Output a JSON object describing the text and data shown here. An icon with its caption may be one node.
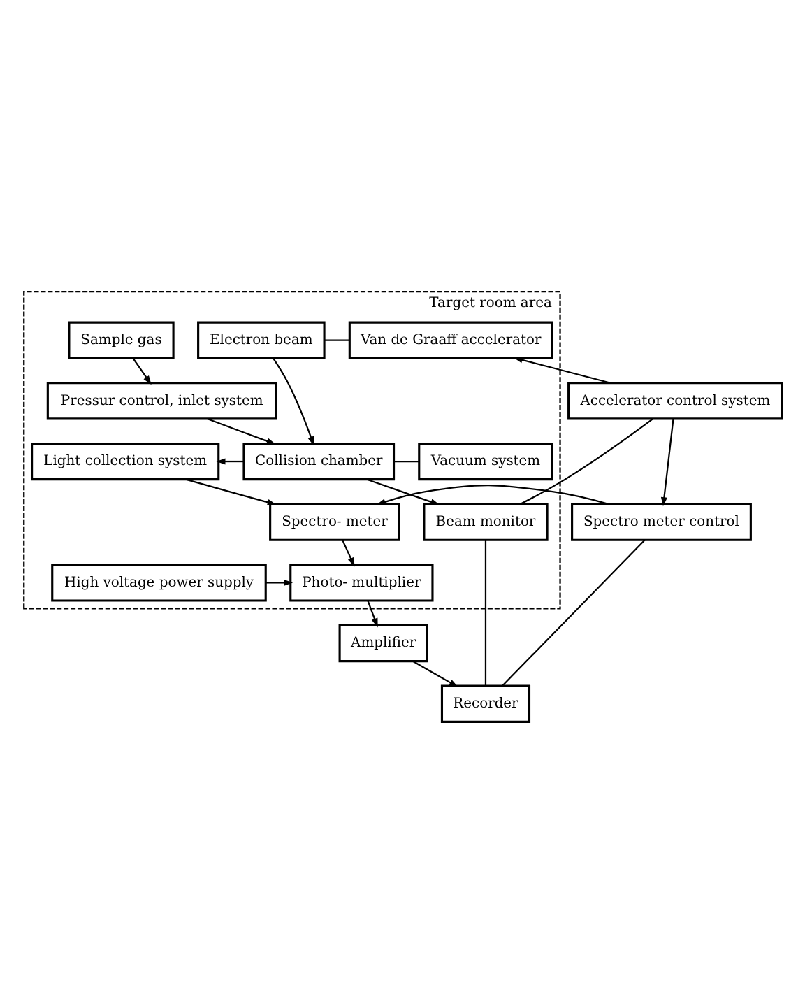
{
  "diagram": {
    "nodes": [
      {
        "text": [
          "Target room area"
        ]
      },
      {
        "text": [
          "Van de Graaff accelerator"
        ],
        "in": 0
      },
      {
        "text": [
          "Electron beam"
        ],
        "in": 0
      },
      {
        "text": [
          "Sample gas"
        ],
        "in": 0
      },
      {
        "text": [
          "Accelerator control system"
        ]
      },
      {
        "text": [
          "Pressur control, inlet system"
        ],
        "in": 0
      },
      {
        "text": [
          "Light collection system"
        ],
        "in": 0
      },
      {
        "text": [
          "Collision chamber"
        ],
        "in": 0
      },
      {
        "text": [
          "Vacuum system"
        ],
        "in": 0
      },
      {
        "text": [
          "Spectro- meter"
        ],
        "in": 0
      },
      {
        "text": [
          "Beam monitor"
        ],
        "in": 0
      },
      {
        "text": [
          "Spectro meter control"
        ]
      },
      {
        "text": [
          "Photo- multiplier"
        ],
        "in": 0
      },
      {
        "text": [
          "High voltage power supply"
        ],
        "in": 0
      },
      {
        "text": [
          "Amplifier"
        ]
      },
      {
        "text": [
          "Recorder"
        ]
      }
    ],
    "edges": [
      {
        "from": 1,
        "to": 2,
        "arrow": "none"
      },
      {
        "from": 4,
        "to": 1,
        "arrow": "to"
      },
      {
        "from": 2,
        "to": 7,
        "arrow": "to"
      },
      {
        "from": 3,
        "to": 5,
        "arrow": "to"
      },
      {
        "from": 5,
        "to": 7,
        "arrow": "to"
      },
      {
        "from": 7,
        "to": 6,
        "arrow": "to"
      },
      {
        "from": 7,
        "to": 8,
        "arrow": "none"
      },
      {
        "from": 7,
        "to": 10,
        "arrow": "to"
      },
      {
        "from": 6,
        "to": 9,
        "arrow": "to"
      },
      {
        "from": 4,
        "to": 10,
        "arrow": "none"
      },
      {
        "from": 4,
        "to": 11,
        "arrow": "to"
      },
      {
        "from": 11,
        "to": 9,
        "arrow": "to"
      },
      {
        "from": 9,
        "to": 12,
        "arrow": "to"
      },
      {
        "from": 13,
        "to": 12,
        "arrow": "to"
      },
      {
        "from": 12,
        "to": 14,
        "arrow": "to"
      },
      {
        "from": 14,
        "to": 15,
        "arrow": "to"
      },
      {
        "from": 11,
        "to": 15,
        "arrow": "none"
      },
      {
        "from": 10,
        "to": 15,
        "arrow": "none"
      }
    ]
  }
}
